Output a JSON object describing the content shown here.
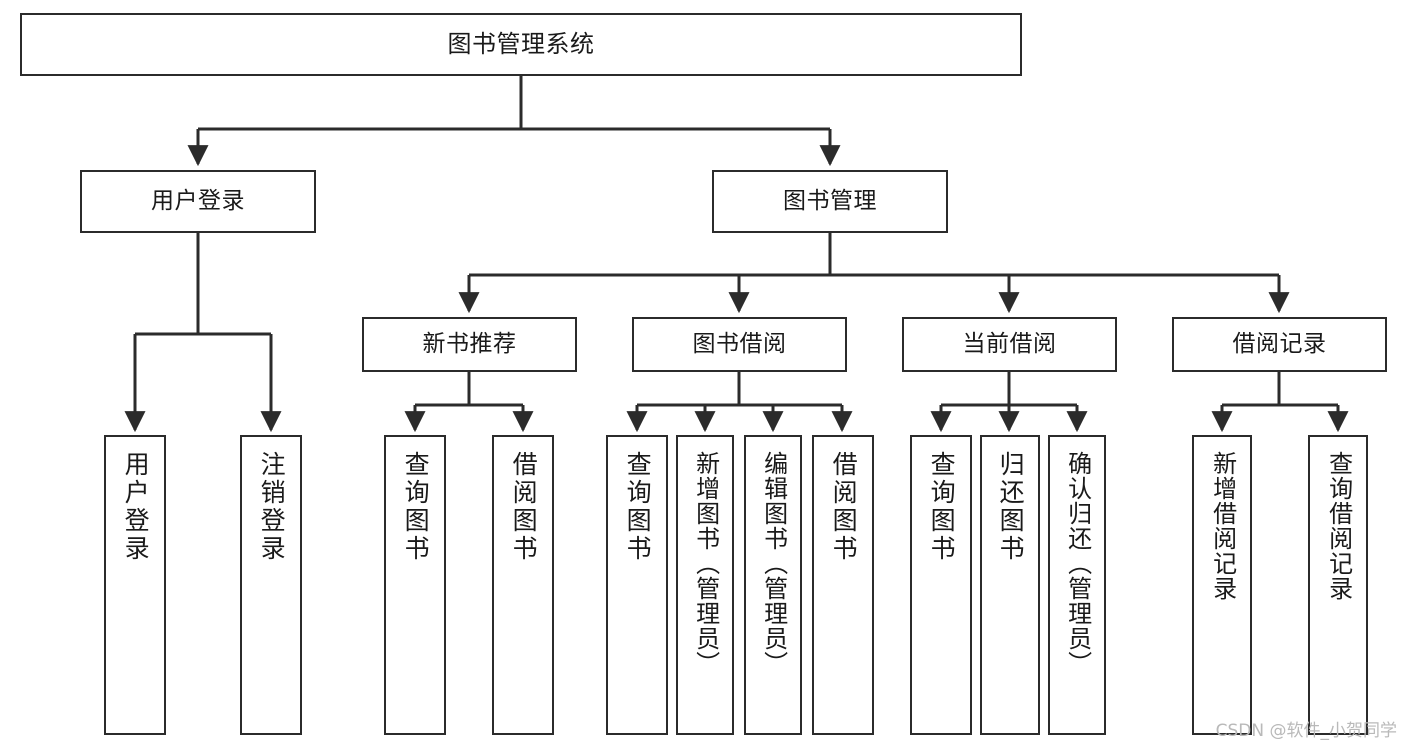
{
  "diagram": {
    "title": "图书管理系统",
    "type": "tree-hierarchy",
    "root": {
      "id": "root",
      "label": "图书管理系统"
    },
    "level2": [
      {
        "id": "user-login",
        "label": "用户登录"
      },
      {
        "id": "book-manage",
        "label": "图书管理"
      }
    ],
    "level3": [
      {
        "id": "new-book-recommend",
        "label": "新书推荐",
        "parent": "book-manage"
      },
      {
        "id": "book-borrow",
        "label": "图书借阅",
        "parent": "book-manage"
      },
      {
        "id": "current-borrow",
        "label": "当前借阅",
        "parent": "book-manage"
      },
      {
        "id": "borrow-record",
        "label": "借阅记录",
        "parent": "book-manage"
      }
    ],
    "leaves": [
      {
        "id": "leaf-user-login",
        "label": "用户登录",
        "parent": "user-login"
      },
      {
        "id": "leaf-user-logout",
        "label": "注销登录",
        "parent": "user-login"
      },
      {
        "id": "leaf-query-book-1",
        "label": "查询图书",
        "parent": "new-book-recommend"
      },
      {
        "id": "leaf-borrow-book-1",
        "label": "借阅图书",
        "parent": "new-book-recommend"
      },
      {
        "id": "leaf-query-book-2",
        "label": "查询图书",
        "parent": "book-borrow"
      },
      {
        "id": "leaf-add-book",
        "label": "新增图书（管理员）",
        "parent": "book-borrow"
      },
      {
        "id": "leaf-edit-book",
        "label": "编辑图书（管理员）",
        "parent": "book-borrow"
      },
      {
        "id": "leaf-borrow-book-2",
        "label": "借阅图书",
        "parent": "book-borrow"
      },
      {
        "id": "leaf-query-book-3",
        "label": "查询图书",
        "parent": "current-borrow"
      },
      {
        "id": "leaf-return-book",
        "label": "归还图书",
        "parent": "current-borrow"
      },
      {
        "id": "leaf-confirm-return",
        "label": "确认归还（管理员）",
        "parent": "current-borrow"
      },
      {
        "id": "leaf-add-record",
        "label": "新增借阅记录",
        "parent": "borrow-record"
      },
      {
        "id": "leaf-query-record",
        "label": "查询借阅记录",
        "parent": "borrow-record"
      }
    ],
    "watermark": "CSDN @软件_小贺同学",
    "colors": {
      "stroke": "#2b2b2b",
      "fill": "#ffffff",
      "text": "#1a1a1a",
      "watermark": "#b9b9b9"
    }
  }
}
